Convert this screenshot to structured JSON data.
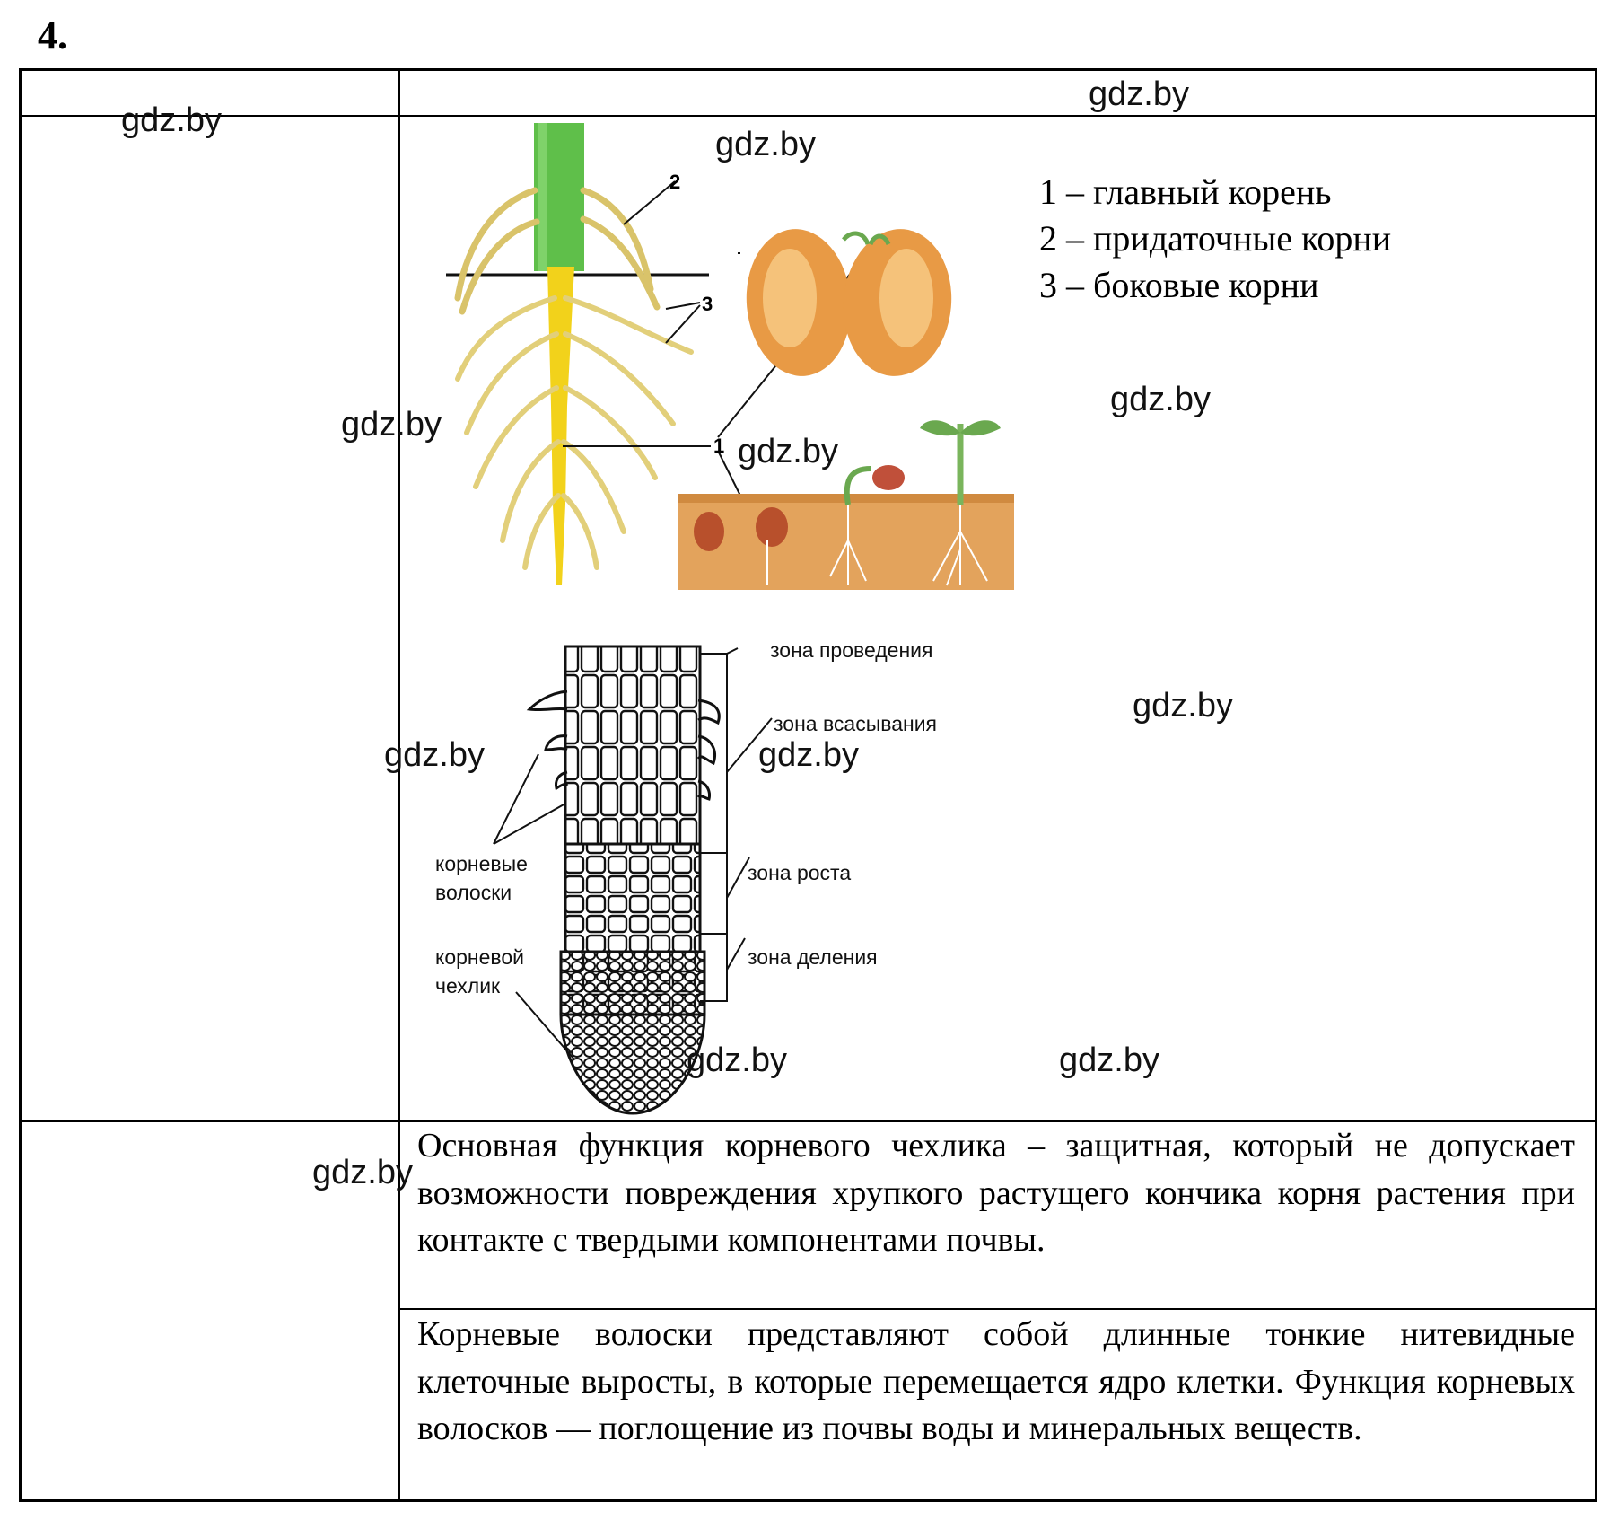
{
  "task_number": "4.",
  "top_figure": {
    "label_1": "1",
    "label_2": "2",
    "label_3": "3"
  },
  "legend": [
    "1 – главный корень",
    "2 – придаточные корни",
    "3 – боковые корни"
  ],
  "root_zones_figure": {
    "zone_conduction": "зона проведения",
    "zone_absorption": "зона всасывания",
    "zone_growth": "зона роста",
    "zone_division": "зона деления",
    "root_hairs_line1": "корневые",
    "root_hairs_line2": "волоски",
    "root_cap_line1": "корневой",
    "root_cap_line2": "чехлик"
  },
  "answers": {
    "root_cap_function": "Основная функция корневого чехлика – защитная, который не допускает возможности повреждения хрупкого растущего кончика корня растения при контакте с твердыми компонентами почвы.",
    "root_hairs_function": "Корневые волоски представляют собой длинные тонкие нитевидные клеточные выросты, в которые перемещается ядро клетки. Функция корневых волосков — поглощение из почвы воды и минеральных веществ."
  },
  "watermark": "gdz.by"
}
